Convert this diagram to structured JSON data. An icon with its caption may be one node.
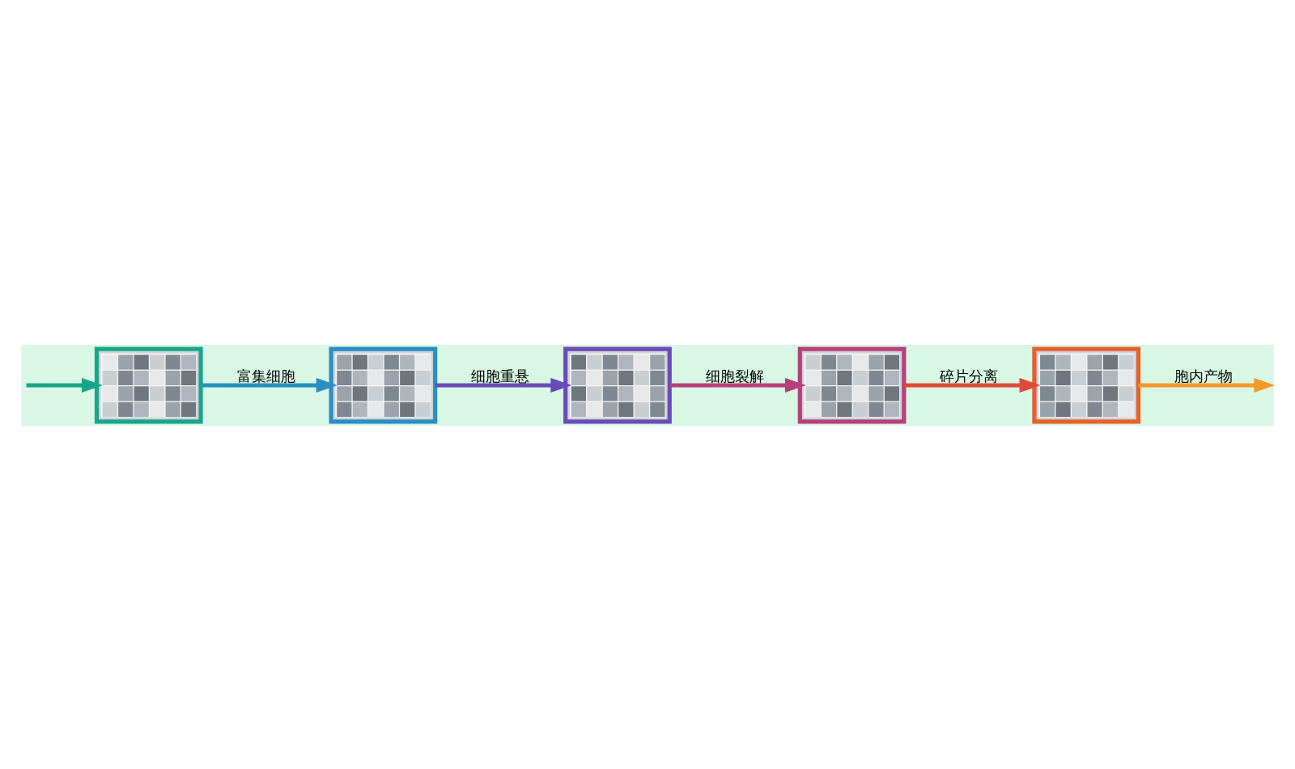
{
  "diagram": {
    "nodes": [
      {
        "text": [],
        "shape": "picture"
      },
      {
        "text": [],
        "shape": "picture"
      },
      {
        "text": [],
        "shape": "picture"
      },
      {
        "text": [],
        "shape": "picture"
      },
      {
        "text": [],
        "shape": "picture"
      }
    ],
    "edges": [
      {
        "from": null,
        "to": 0,
        "arrow": "to",
        "color": "#1aa58a"
      },
      {
        "from": 0,
        "to": 1,
        "arrow": "to",
        "label": "富集细胞",
        "color": "#2a8fc0"
      },
      {
        "from": 1,
        "to": 2,
        "arrow": "to",
        "label": "细胞重悬",
        "color": "#6a4bb8"
      },
      {
        "from": 2,
        "to": 3,
        "arrow": "to",
        "label": "细胞裂解",
        "color": "#b8407a"
      },
      {
        "from": 3,
        "to": 4,
        "arrow": "to",
        "label": "碎片分离",
        "color": "#e04a3a"
      },
      {
        "from": 4,
        "to": null,
        "arrow": "to",
        "label": "胞内产物",
        "color": "#f39a2a"
      }
    ]
  }
}
